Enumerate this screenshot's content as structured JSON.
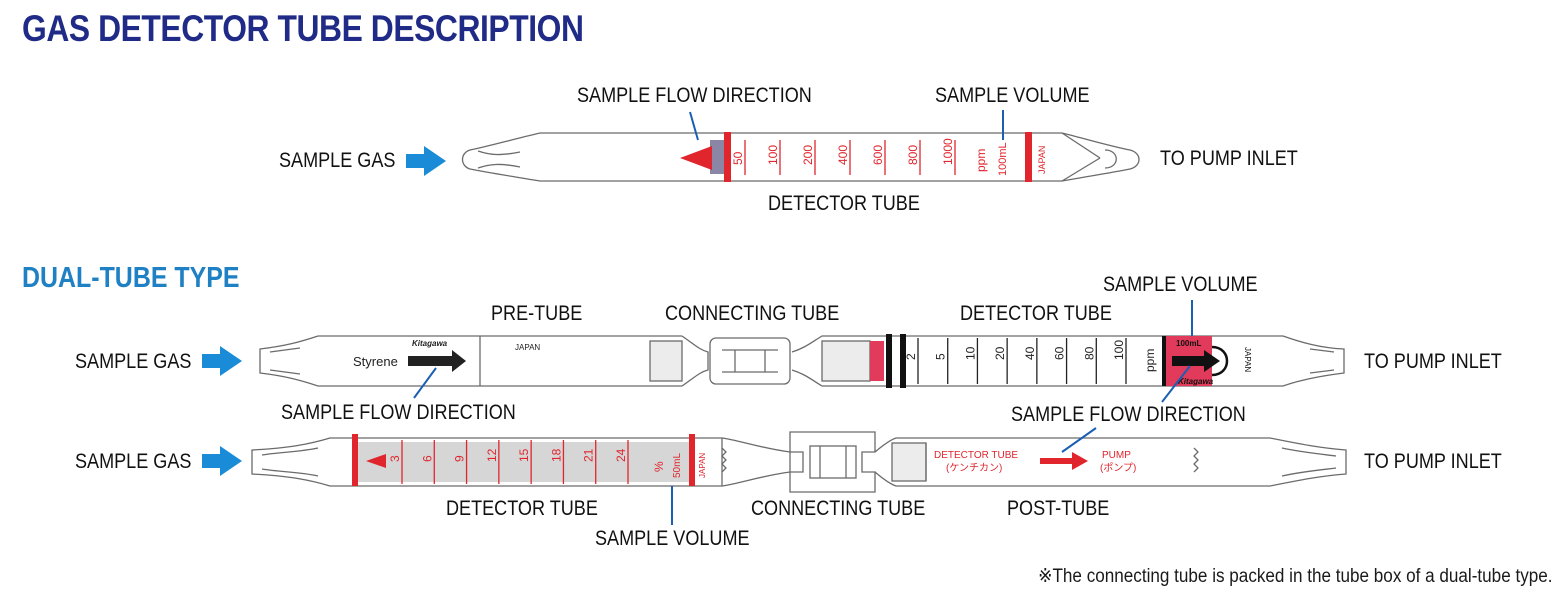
{
  "title": "GAS DETECTOR TUBE DESCRIPTION",
  "single": {
    "sample_gas": "SAMPLE GAS",
    "flow_direction": "SAMPLE FLOW DIRECTION",
    "sample_volume": "SAMPLE VOLUME",
    "to_pump": "TO PUMP INLET",
    "detector_tube": "DETECTOR TUBE",
    "scale": [
      "50",
      "100",
      "200",
      "400",
      "600",
      "800",
      "1000"
    ],
    "unit": "ppm",
    "volume_mark": "100mL",
    "origin": "JAPAN"
  },
  "dual_title": "DUAL-TUBE TYPE",
  "dual1": {
    "sample_gas": "SAMPLE GAS",
    "pre_tube": "PRE-TUBE",
    "connecting_tube": "CONNECTING TUBE",
    "detector_tube": "DETECTOR TUBE",
    "sample_volume": "SAMPLE VOLUME",
    "to_pump": "TO PUMP INLET",
    "flow_direction": "SAMPLE FLOW DIRECTION",
    "tube_product": "Styrene",
    "brand": "Kitagawa",
    "origin": "JAPAN",
    "scale": [
      "2",
      "5",
      "10",
      "20",
      "40",
      "60",
      "80",
      "100"
    ],
    "unit": "ppm",
    "volume_mark": "100mL",
    "origin_rotated": "JAPAN"
  },
  "dual2": {
    "sample_gas": "SAMPLE GAS",
    "flow_direction": "SAMPLE FLOW DIRECTION",
    "to_pump": "TO PUMP INLET",
    "detector_tube": "DETECTOR TUBE",
    "sample_volume": "SAMPLE VOLUME",
    "connecting_tube": "CONNECTING TUBE",
    "post_tube": "POST-TUBE",
    "scale": [
      "3",
      "6",
      "9",
      "12",
      "15",
      "18",
      "21",
      "24"
    ],
    "unit": "%",
    "volume_mark": "50mL",
    "origin": "JAPAN",
    "post_text_1": "DETECTOR TUBE",
    "post_text_1_kana": "(ケンチカン)",
    "post_text_2": "PUMP",
    "post_text_2_kana": "(ポンプ)"
  },
  "footnote": "※The connecting tube is packed in the tube box of a dual-tube type.",
  "colors": {
    "title": "#1f2b86",
    "subtitle": "#1f80c4",
    "arrow": "#1a8bd6",
    "red": "#e0252d",
    "outline": "#6b6b6b"
  }
}
